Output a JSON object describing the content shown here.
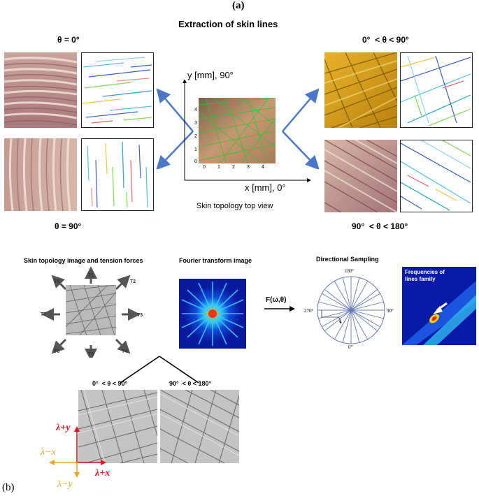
{
  "panel_a": {
    "label": "(a)",
    "title": "Extraction of skin lines",
    "theta_0": "θ = 0°",
    "theta_90": "θ = 90°",
    "theta_0_90": "0°  < θ < 90°",
    "theta_90_180": "90°  < θ < 180°",
    "y_axis": "y [mm], 90°",
    "x_axis": "x [mm], 0°",
    "caption": "Skin topology top view",
    "x_ticks": [
      "0",
      "1",
      "2",
      "3",
      "4"
    ],
    "y_ticks": [
      "0",
      "1",
      "2",
      "3",
      "4"
    ]
  },
  "panel_b": {
    "label": "(b)",
    "topology_title": "Skin topology image and tension forces",
    "fourier_title": "Fourier transform image",
    "sampling_title": "Directional Sampling",
    "transform_label": "F(ω,θ)",
    "tensions": [
      "T1",
      "T2",
      "T3",
      "T4",
      "T5",
      "T6",
      "T7",
      "T8"
    ],
    "angles": [
      "180°",
      "90°",
      "0°",
      "270°"
    ],
    "freq_annotation": "Frequencies of lines family",
    "range_0_90": "0°  < θ < 90°",
    "range_90_180": "90°  < θ < 180°",
    "lambda_py": "λ+y",
    "lambda_px": "λ+x",
    "lambda_mx": "λ−x",
    "lambda_my": "λ−y",
    "colors": {
      "red": "#e0141e",
      "orange": "#f2a51c",
      "blue_arrow": "#4a78c6"
    }
  }
}
